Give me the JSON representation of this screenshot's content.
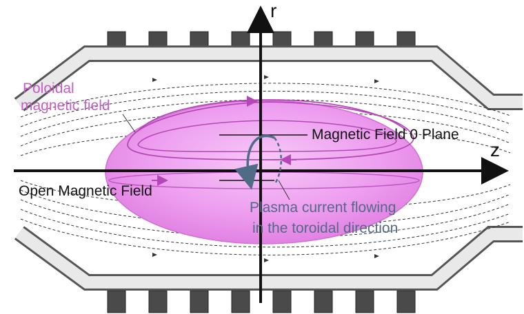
{
  "labels": {
    "axis_r": "r",
    "axis_z": "z",
    "poloidal_line1": "Poloidal",
    "poloidal_line2": "magnetic field",
    "field_zero_plane": "Magnetic Field 0 Plane",
    "open_field": "Open Magnetic Field",
    "plasma_line1": "Plasma current flowing",
    "plasma_line2": "in the toroidal direction"
  },
  "colors": {
    "plasma_fill": "#ee9ff0",
    "plasma_stroke": "#c24fc4",
    "vessel_stroke": "#555555",
    "coil_fill": "#4a4a4a",
    "axis": "#111111",
    "current_arrow": "#4f6b86",
    "label_pink": "#c45dc6",
    "label_blue": "#4f6b86"
  },
  "coils": {
    "count_per_row": 8
  }
}
